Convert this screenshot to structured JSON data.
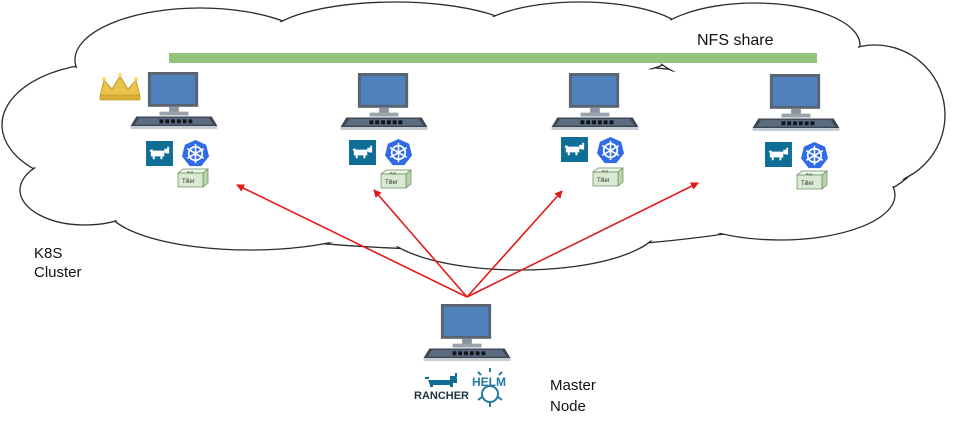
{
  "diagram": {
    "nfs_label": "NFS share",
    "cluster_label": [
      "K8S",
      "Cluster"
    ],
    "master_label": [
      "Master",
      "Node"
    ],
    "pod_label": "Pod",
    "tiller_label": "Tiller",
    "rancher_logo_text": "RANCHER",
    "helm_logo_text": "HELM"
  },
  "colors": {
    "nfs_bar": "#92c47d",
    "arrows": "#e31a1a",
    "monitor": "#4f81bd",
    "k8s": "#326ce5",
    "rancher": "#0f6e96",
    "pod_box": "#d9ead3",
    "crown": "#e8c34a"
  },
  "icons": [
    "computer-icon",
    "crown-icon",
    "rancher-icon",
    "kubernetes-icon",
    "pod-icon",
    "helm-icon"
  ]
}
